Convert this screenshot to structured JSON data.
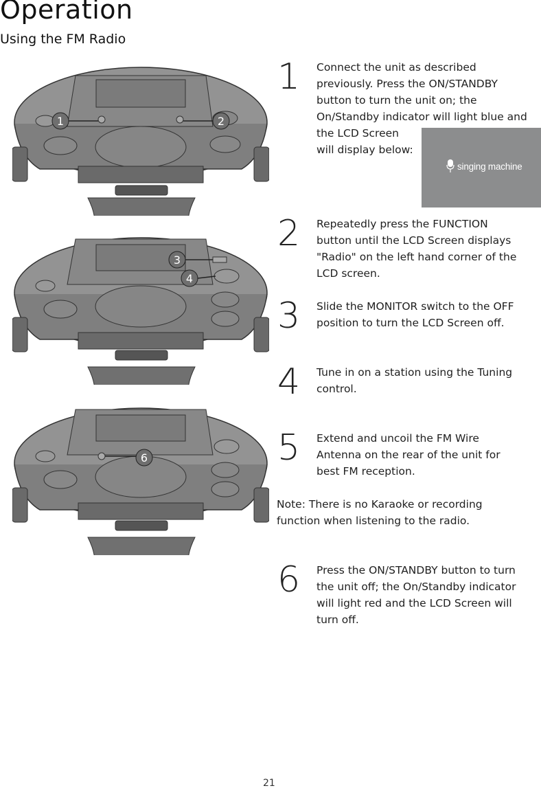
{
  "page": {
    "title": "Operation",
    "subtitle": "Using the FM Radio",
    "page_number": "21"
  },
  "steps": [
    {
      "number": "1",
      "lines": [
        "Connect the unit as described",
        "previously. Press the ON/STANDBY",
        "button to turn the unit on; the",
        "On/Standby indicator will light blue and",
        "the LCD Screen",
        "will display below:"
      ]
    },
    {
      "number": "2",
      "lines": [
        "Repeatedly press the FUNCTION",
        "button until the LCD Screen displays",
        "\"Radio\" on the left hand corner of the",
        "LCD screen."
      ]
    },
    {
      "number": "3",
      "lines": [
        "Slide the MONITOR switch to the OFF",
        "position to turn the LCD Screen off."
      ]
    },
    {
      "number": "4",
      "lines": [
        "Tune in on a station using the Tuning",
        "control."
      ]
    },
    {
      "number": "5",
      "lines": [
        "Extend and uncoil the FM Wire",
        "Antenna on the rear of the unit for",
        "best FM reception."
      ]
    },
    {
      "number": "6",
      "lines": [
        "Press the ON/STANDBY button to turn",
        "the unit off; the On/Standby indicator",
        "will light red and the LCD Screen will",
        "turn off."
      ]
    }
  ],
  "note": {
    "label": "Note:",
    "lines": [
      " There is no Karaoke or recording",
      "function when listening to the radio."
    ]
  },
  "lcd_screen": {
    "logo_text": "singing machine",
    "background_color": "#8c8d8e",
    "icon": "microphone-icon"
  },
  "callouts": {
    "figure1": [
      "1",
      "2"
    ],
    "figure2": [
      "3",
      "4"
    ],
    "figure3": [
      "6"
    ]
  },
  "colors": {
    "device_body": "#8e8e8e",
    "device_dark": "#5f5f5f",
    "callout_fill": "#6f6f6f"
  }
}
